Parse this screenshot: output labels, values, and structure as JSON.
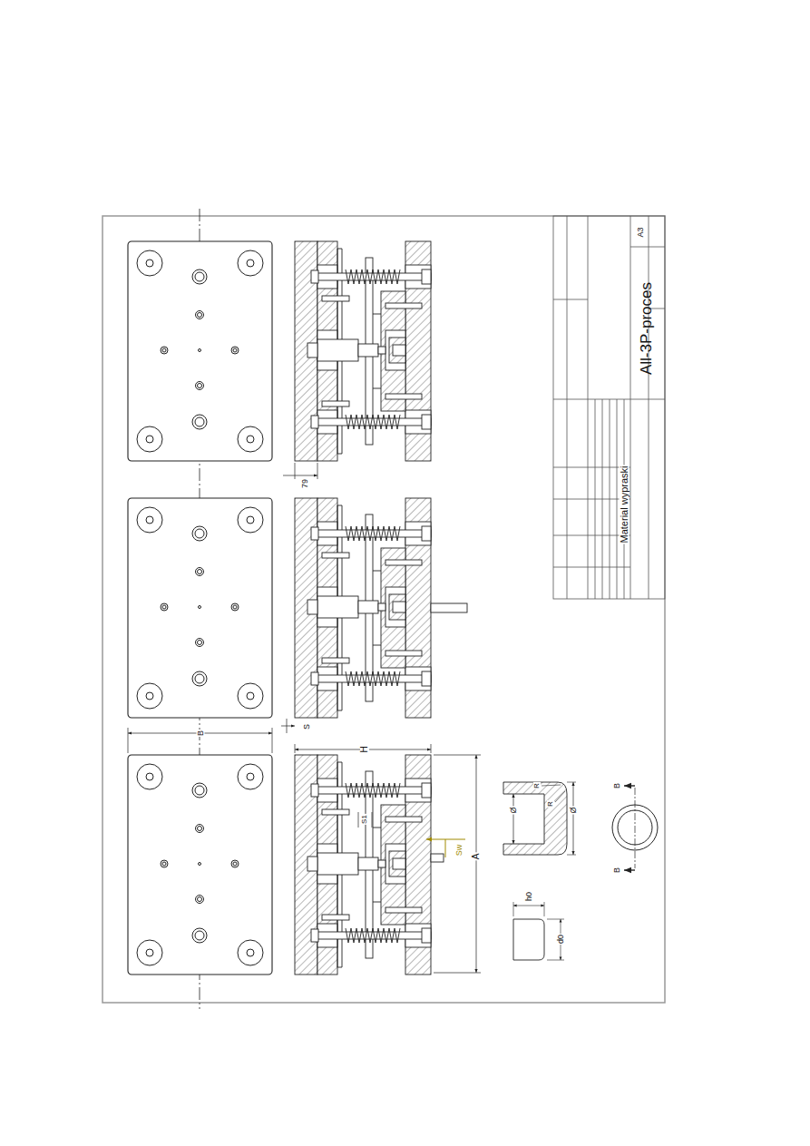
{
  "diagram": {
    "title": "All-3P-proces",
    "labels": [
      "Material wypraski",
      "A3",
      "79",
      "S",
      "B",
      "H",
      "A",
      "S1",
      "Sw",
      "Ø",
      "Ø",
      "R",
      "R",
      "B",
      "B",
      "h0",
      "d0"
    ]
  }
}
